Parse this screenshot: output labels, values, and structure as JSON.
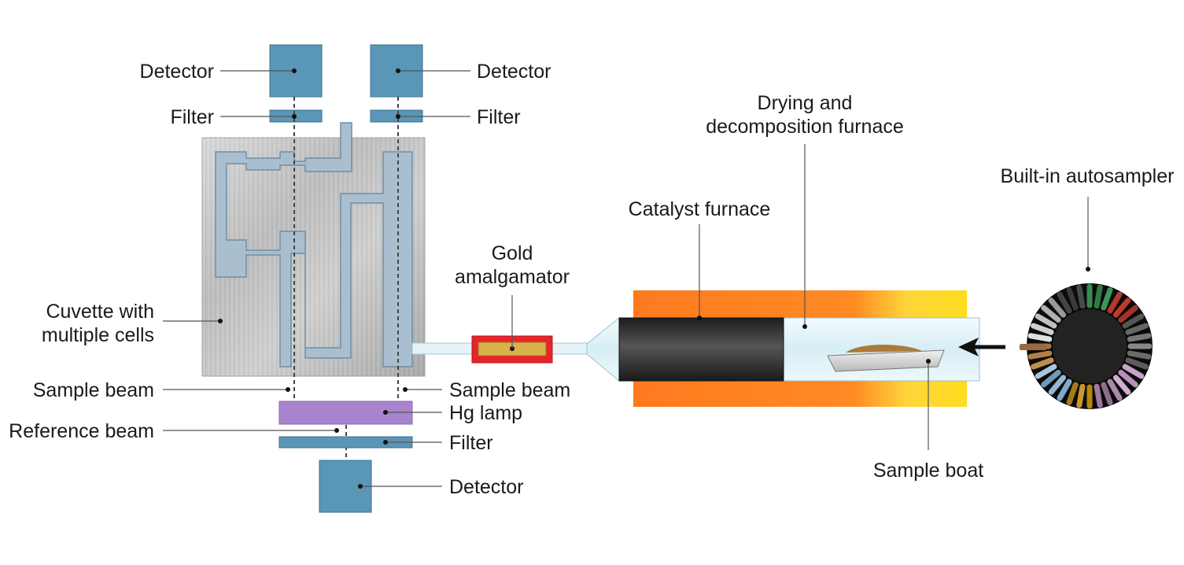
{
  "labels": {
    "detector_top_left": "Detector",
    "detector_top_right": "Detector",
    "filter_top_left": "Filter",
    "filter_top_right": "Filter",
    "cuvette_line1": "Cuvette with",
    "cuvette_line2": "multiple cells",
    "sample_beam_left": "Sample beam",
    "sample_beam_right": "Sample beam",
    "hg_lamp": "Hg lamp",
    "reference_beam": "Reference beam",
    "filter_bottom": "Filter",
    "detector_bottom": "Detector",
    "gold_line1": "Gold",
    "gold_line2": "amalgamator",
    "catalyst_furnace": "Catalyst furnace",
    "drying_line1": "Drying and",
    "drying_line2": "decomposition furnace",
    "autosampler": "Built-in autosampler",
    "sample_boat": "Sample boat"
  },
  "colors": {
    "detector_blue": "#5a96b6",
    "hg_lamp_purple": "#a884cf",
    "amalgamator_red": "#e8242a",
    "amalgamator_gold": "#d9b04a",
    "furnace_orange": "#ff7a1f",
    "furnace_yellow": "#ffdc1e",
    "catalyst_dark": "#2b2b2b",
    "tube_glass": "#ddf2f8"
  }
}
